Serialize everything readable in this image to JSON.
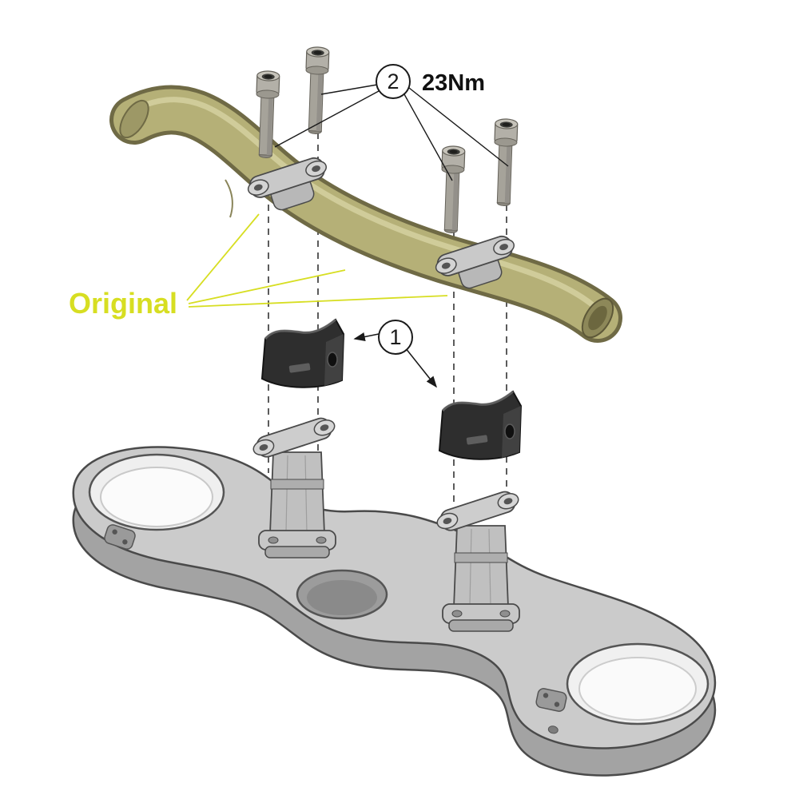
{
  "diagram": {
    "labels": {
      "original": "Original",
      "callout_1": "1",
      "callout_2": "2",
      "torque": "23Nm"
    },
    "colors": {
      "background": "#ffffff",
      "handlebar": "#b5b077",
      "handlebar_outline": "#6f6a45",
      "handlebar_highlight": "#dad6a6",
      "metal_light": "#cbcbcb",
      "metal_mid": "#b0b0b0",
      "metal_dark": "#a3a3a3",
      "outline": "#4a4a4a",
      "riser_black": "#2e2e2e",
      "label_yellow": "#d7de22",
      "callout_line": "#222222"
    },
    "parts": [
      "handlebar",
      "handlebar-clamp-left",
      "handlebar-clamp-right",
      "socket-bolt-1",
      "socket-bolt-2",
      "socket-bolt-3",
      "socket-bolt-4",
      "riser-block-left",
      "riser-block-right",
      "riser-mount-left",
      "riser-mount-right",
      "top-triple-clamp",
      "alignment-line-1",
      "alignment-line-2",
      "alignment-line-3",
      "alignment-line-4"
    ]
  }
}
